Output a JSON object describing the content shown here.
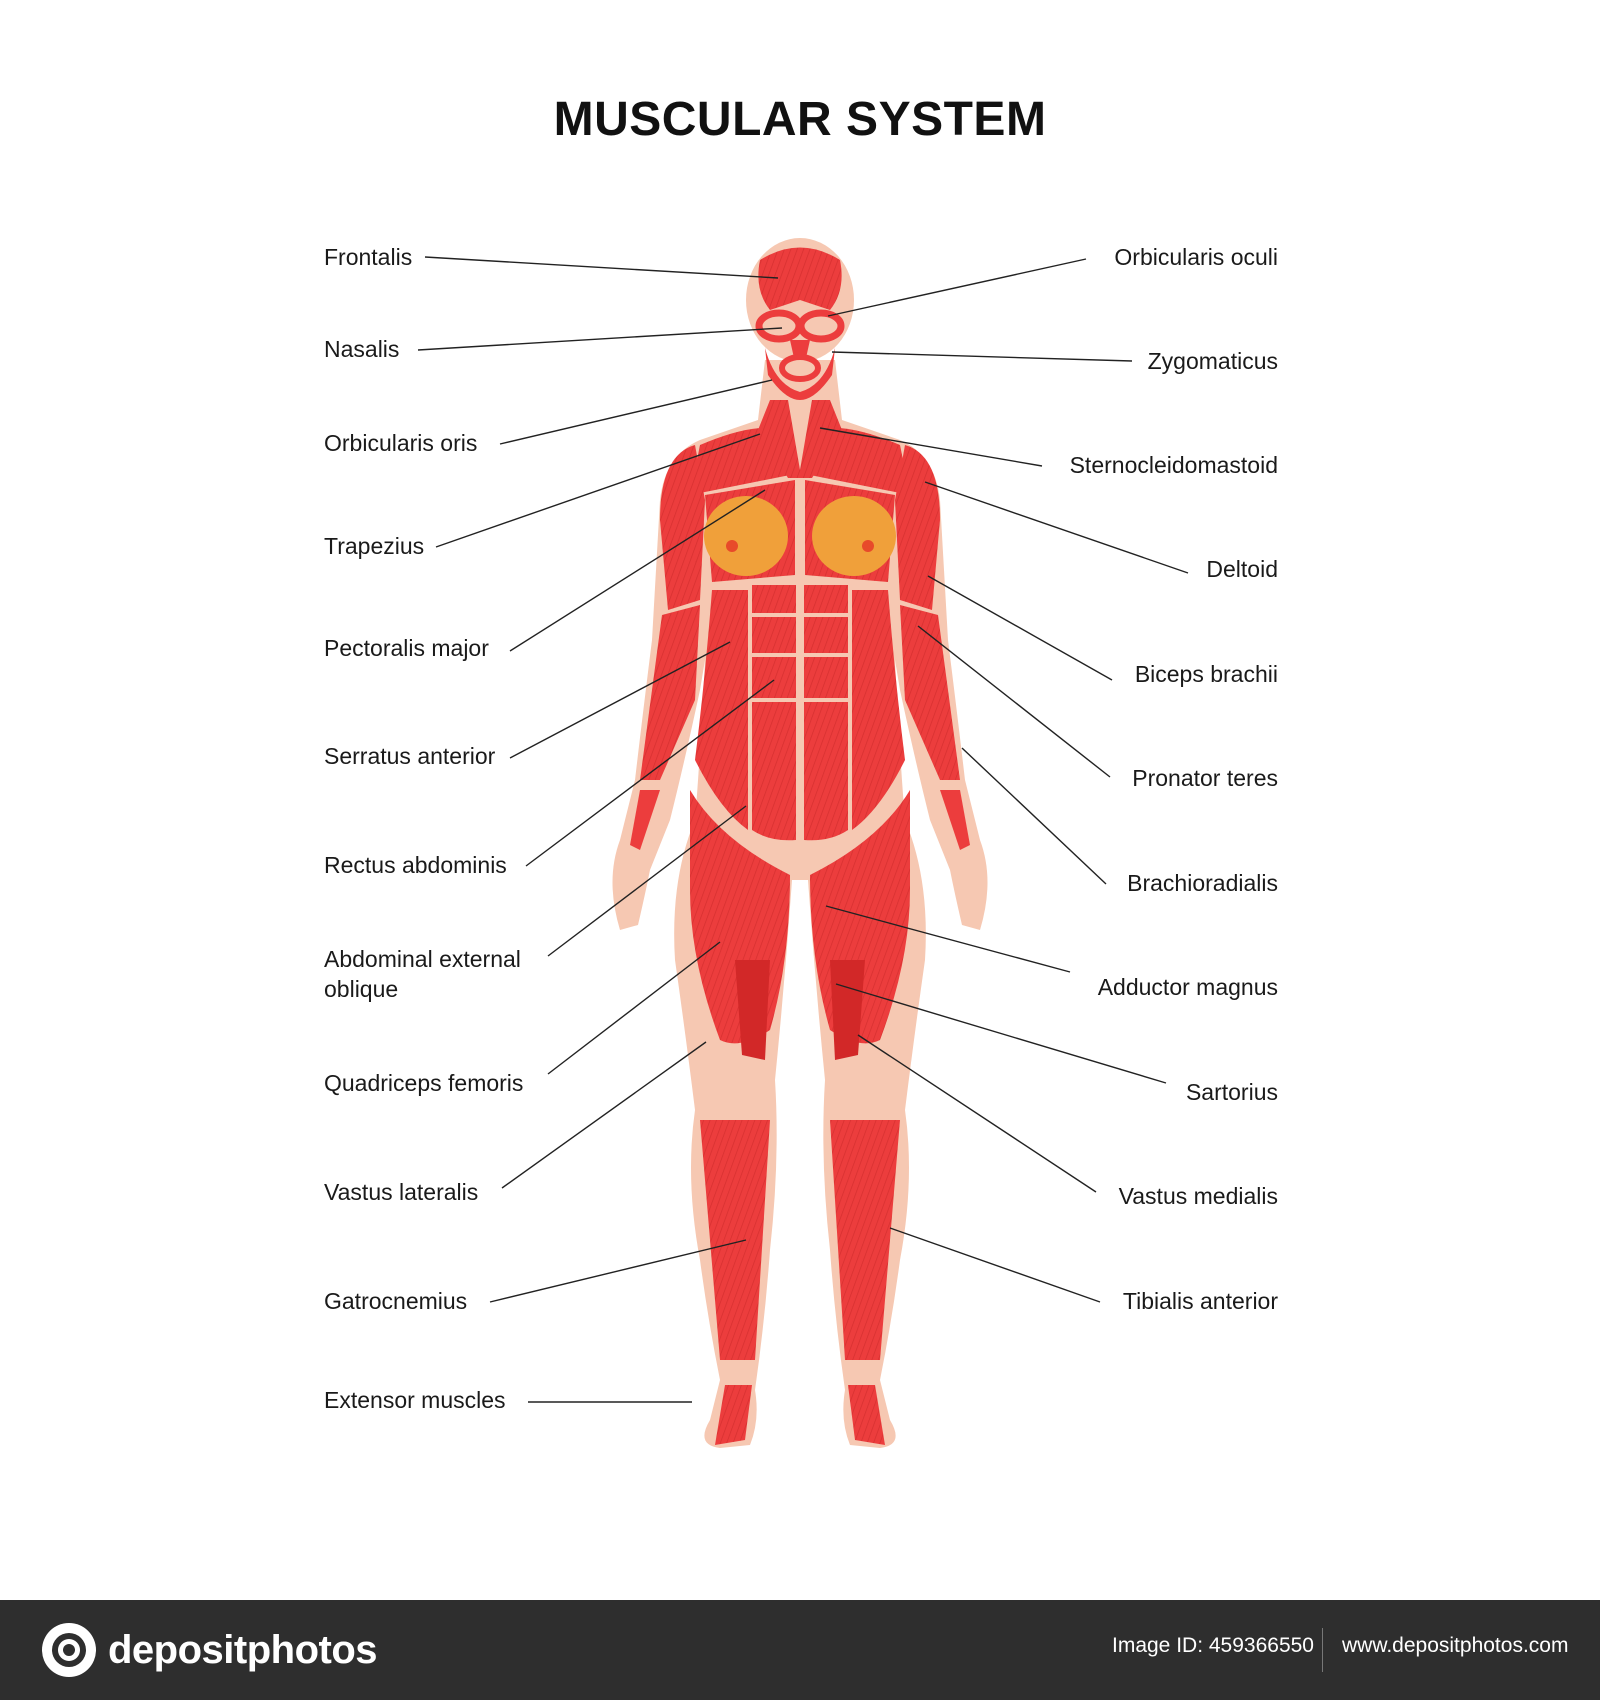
{
  "title": "MUSCULAR SYSTEM",
  "colors": {
    "muscle": "#ec3d3d",
    "muscle_dark": "#d22828",
    "skin": "#f6c8b2",
    "breast": "#f0a03a",
    "line": "#222222",
    "footer": "#2e2e2e"
  },
  "labels_left": [
    {
      "id": "frontalis",
      "text": "Frontalis"
    },
    {
      "id": "nasalis",
      "text": "Nasalis"
    },
    {
      "id": "orbicularis-oris",
      "text": "Orbicularis oris"
    },
    {
      "id": "trapezius",
      "text": "Trapezius"
    },
    {
      "id": "pectoralis-major",
      "text": "Pectoralis major"
    },
    {
      "id": "serratus-anterior",
      "text": "Serratus anterior"
    },
    {
      "id": "rectus-abdominis",
      "text": "Rectus abdominis"
    },
    {
      "id": "abdominal-external-oblique",
      "text": "Abdominal external oblique"
    },
    {
      "id": "quadriceps-femoris",
      "text": "Quadriceps femoris"
    },
    {
      "id": "vastus-lateralis",
      "text": "Vastus lateralis"
    },
    {
      "id": "gatrocnemius",
      "text": "Gatrocnemius"
    },
    {
      "id": "extensor-muscles",
      "text": "Extensor muscles"
    }
  ],
  "labels_right": [
    {
      "id": "orbicularis-oculi",
      "text": "Orbicularis oculi"
    },
    {
      "id": "zygomaticus",
      "text": "Zygomaticus"
    },
    {
      "id": "sternocleidomastoid",
      "text": "Sternocleidomastoid"
    },
    {
      "id": "deltoid",
      "text": "Deltoid"
    },
    {
      "id": "biceps-brachii",
      "text": "Biceps brachii"
    },
    {
      "id": "pronator-teres",
      "text": "Pronator teres"
    },
    {
      "id": "brachioradialis",
      "text": "Brachioradialis"
    },
    {
      "id": "adductor-magnus",
      "text": "Adductor magnus"
    },
    {
      "id": "sartorius",
      "text": "Sartorius"
    },
    {
      "id": "vastus-medialis",
      "text": "Vastus medialis"
    },
    {
      "id": "tibialis-anterior",
      "text": "Tibialis anterior"
    }
  ],
  "footer": {
    "brand": "depositphotos",
    "image_id": "Image ID: 459366550",
    "site": "www.depositphotos.com"
  }
}
